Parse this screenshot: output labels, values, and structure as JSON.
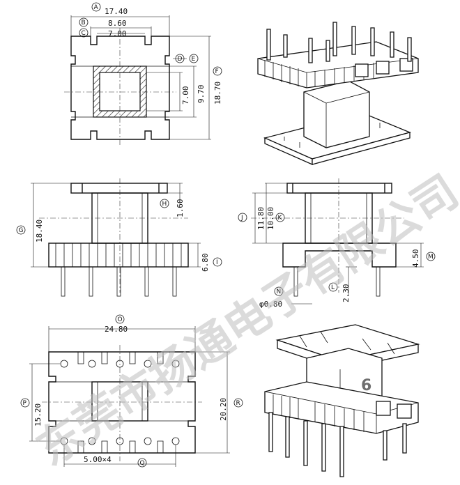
{
  "dimensions": {
    "a": "17.40",
    "b": "8.60",
    "c": "7.00",
    "d_inner": "7.00",
    "e": "9.70",
    "f": "18.70",
    "g": "18.40",
    "h": "1.60",
    "i": "6.80",
    "j": "11.80",
    "k": "10.00",
    "m": "4.50",
    "l": "2.30",
    "n": "φ0.80",
    "o": "24.80",
    "p": "15.20",
    "r": "20.20",
    "q": "5.00×4"
  },
  "markers": {
    "A": "A",
    "B": "B",
    "C": "C",
    "D": "D",
    "E": "E",
    "F": "F",
    "G": "G",
    "H": "H",
    "I": "I",
    "J": "J",
    "K": "K",
    "L": "L",
    "M": "M",
    "N": "N",
    "O": "O",
    "P": "P",
    "Q": "Q",
    "R": "R"
  },
  "watermark": "东莞市扬通电子有限公司",
  "figure_number": "6"
}
